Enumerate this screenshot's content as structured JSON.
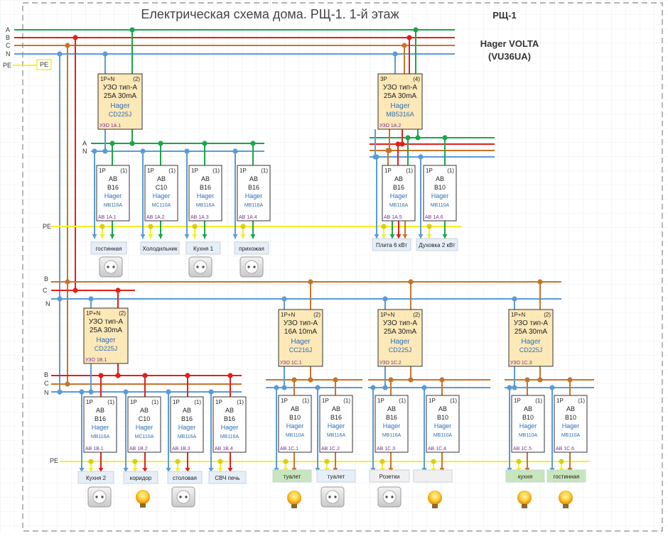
{
  "title": "Електрическая схема дома. РЩ-1. 1-й этаж",
  "panel": {
    "name": "РЩ-1",
    "brand": "Hager VOLTA",
    "model": "(VU36UA)"
  },
  "colors": {
    "A": "#1aa64a",
    "B": "#e0201a",
    "C": "#c8742a",
    "N": "#5b9bd5",
    "PE": "#f5ef2a"
  },
  "bus_labels": {
    "A": "A",
    "B": "B",
    "C": "C",
    "N": "N",
    "PE": "PE",
    "pe_box": "PE"
  },
  "rcds": [
    {
      "id": "rcd-a1",
      "poles": "1P+N",
      "mod": "(2)",
      "type": "УЗО тип-А",
      "rating": "25A  30mA",
      "brand": "Hager",
      "model": "CD225J",
      "tag": "УЗО 1А.1"
    },
    {
      "id": "rcd-a2",
      "poles": "3P",
      "mod": "(4)",
      "type": "УЗО тип-А",
      "rating": "25A  30mA",
      "brand": "Hager",
      "model": "MB5316A",
      "tag": "УЗО 1А.2"
    },
    {
      "id": "rcd-b1",
      "poles": "1P+N",
      "mod": "(2)",
      "type": "УЗО тип-А",
      "rating": "25A  30mA",
      "brand": "Hager",
      "model": "CD225J",
      "tag": "УЗО 1В.1"
    },
    {
      "id": "rcd-c1",
      "poles": "1P+N",
      "mod": "(2)",
      "type": "УЗО тип-А",
      "rating": "16A  10mA",
      "brand": "Hager",
      "model": "CC216J",
      "tag": "УЗО 1С.1"
    },
    {
      "id": "rcd-c2",
      "poles": "1P+N",
      "mod": "(2)",
      "type": "УЗО тип-А",
      "rating": "25A  30mA",
      "brand": "Hager",
      "model": "CD225J",
      "tag": "УЗО 1С.2"
    },
    {
      "id": "rcd-c3",
      "poles": "1P+N",
      "mod": "(2)",
      "type": "УЗО тип-А",
      "rating": "25A  30mA",
      "brand": "Hager",
      "model": "CD225J",
      "tag": "УЗО 1С.3"
    }
  ],
  "breakers": [
    {
      "id": "1a1",
      "poles": "1P",
      "mod": "(1)",
      "kind": "АВ",
      "rating": "B16",
      "brand": "Hager",
      "model": "MB116A",
      "tag": "АВ 1А.1",
      "load": "гостинная"
    },
    {
      "id": "1a2",
      "poles": "1P",
      "mod": "(1)",
      "kind": "АВ",
      "rating": "C10",
      "brand": "Hager",
      "model": "MC110A",
      "tag": "АВ 1А.2",
      "load": "Холодильник"
    },
    {
      "id": "1a3",
      "poles": "1P",
      "mod": "(1)",
      "kind": "АВ",
      "rating": "B16",
      "brand": "Hager",
      "model": "MB116A",
      "tag": "АВ 1А.3",
      "load": "Кухня 1"
    },
    {
      "id": "1a4",
      "poles": "1P",
      "mod": "(1)",
      "kind": "АВ",
      "rating": "B16",
      "brand": "Hager",
      "model": "MB116A",
      "tag": "АВ 1А.4",
      "load": "прихожая"
    },
    {
      "id": "1a5",
      "poles": "1P",
      "mod": "(1)",
      "kind": "АВ",
      "rating": "B16",
      "brand": "Hager",
      "model": "MB116A",
      "tag": "АВ 1А.5",
      "load": "Плита 6 кВт"
    },
    {
      "id": "1a6",
      "poles": "1P",
      "mod": "(1)",
      "kind": "АВ",
      "rating": "B10",
      "brand": "Hager",
      "model": "MB110A",
      "tag": "АВ 1А.6",
      "load": "Духовка 2 кВт"
    },
    {
      "id": "1b1",
      "poles": "1P",
      "mod": "(1)",
      "kind": "АВ",
      "rating": "B16",
      "brand": "Hager",
      "model": "MB116A",
      "tag": "АВ 1В.1",
      "load": "Кухня 2"
    },
    {
      "id": "1b2",
      "poles": "1P",
      "mod": "(1)",
      "kind": "АВ",
      "rating": "C10",
      "brand": "Hager",
      "model": "MC110A",
      "tag": "АВ 1В.2",
      "load": "коридор"
    },
    {
      "id": "1b3",
      "poles": "1P",
      "mod": "(1)",
      "kind": "АВ",
      "rating": "B16",
      "brand": "Hager",
      "model": "MB116A",
      "tag": "АВ 1В.3",
      "load": "столовая"
    },
    {
      "id": "1b4",
      "poles": "1P",
      "mod": "(1)",
      "kind": "АВ",
      "rating": "B16",
      "brand": "Hager",
      "model": "MB116A",
      "tag": "АВ 1В.4",
      "load": "СВЧ печь"
    },
    {
      "id": "1c1",
      "poles": "1P",
      "mod": "(1)",
      "kind": "АВ",
      "rating": "B10",
      "brand": "Hager",
      "model": "MB110A",
      "tag": "АВ 1С.1",
      "load": "туалет"
    },
    {
      "id": "1c2",
      "poles": "1P",
      "mod": "(1)",
      "kind": "АВ",
      "rating": "B16",
      "brand": "Hager",
      "model": "MB116A",
      "tag": "АВ 1С.2",
      "load": "туалет"
    },
    {
      "id": "1c3",
      "poles": "1P",
      "mod": "(1)",
      "kind": "АВ",
      "rating": "B16",
      "brand": "Hager",
      "model": "MB116A",
      "tag": "АВ 1С.3",
      "load": "Розетки"
    },
    {
      "id": "1c4",
      "poles": "1P",
      "mod": "(1)",
      "kind": "АВ",
      "rating": "B10",
      "brand": "Hager",
      "model": "MB110A",
      "tag": "АВ 1С.4",
      "load": ""
    },
    {
      "id": "1c5",
      "poles": "1P",
      "mod": "(1)",
      "kind": "АВ",
      "rating": "B10",
      "brand": "Hager",
      "model": "MB110A",
      "tag": "АВ 1С.5",
      "load": "кухня"
    },
    {
      "id": "1c6",
      "poles": "1P",
      "mod": "(1)",
      "kind": "АВ",
      "rating": "B10",
      "brand": "Hager",
      "model": "MB110A",
      "tag": "АВ 1С.6",
      "load": "гостинная"
    }
  ],
  "load_icons": {
    "1a1": "socket-icon",
    "1a3": "socket-icon",
    "1a4": "socket-icon",
    "1b1": "socket-icon",
    "1b2": "lamp-icon",
    "1b3": "socket-icon",
    "1c1": "lamp-icon",
    "1c2": "socket-icon",
    "1c3": "socket-icon",
    "1c4": "lamp-icon",
    "1c5": "lamp-icon",
    "1c6": "lamp-icon"
  }
}
